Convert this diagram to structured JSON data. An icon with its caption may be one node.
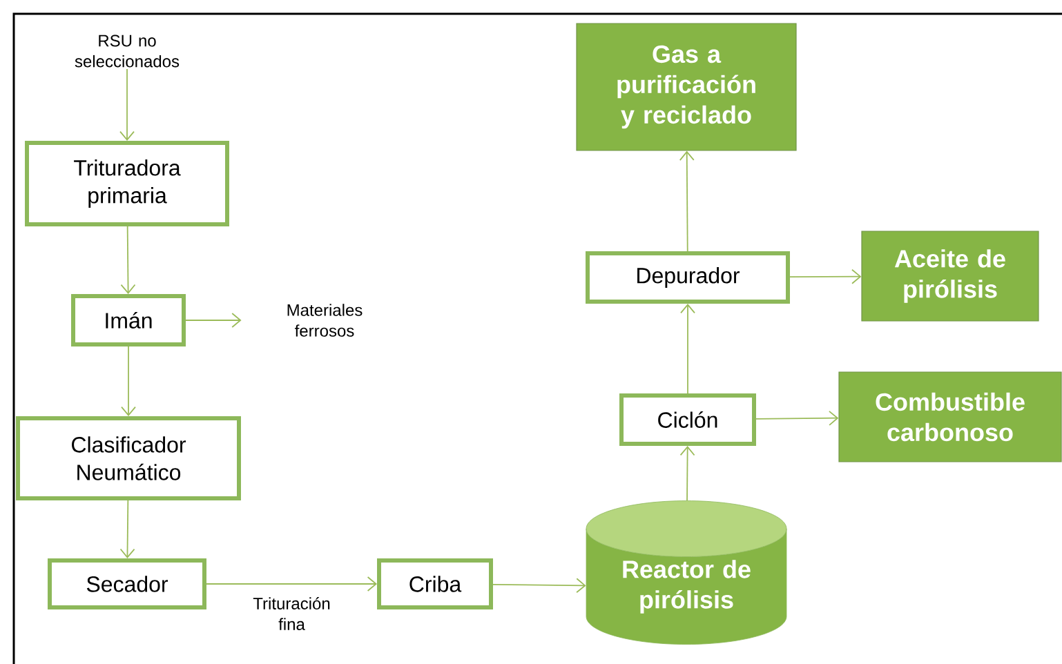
{
  "diagram": {
    "nodes": [
      {
        "text": [
          "RSU no seleccionados"
        ]
      },
      {
        "text": [
          "Trituradora primaria"
        ]
      },
      {
        "text": [
          "Imán"
        ]
      },
      {
        "text": [
          "Materiales ferrosos"
        ]
      },
      {
        "text": [
          "Clasificador Neumático"
        ]
      },
      {
        "text": [
          "Secador"
        ]
      },
      {
        "text": [
          "Criba"
        ]
      },
      {
        "text": [
          "Reactor de pirólisis"
        ]
      },
      {
        "text": [
          "Ciclón"
        ]
      },
      {
        "text": [
          "Depurador"
        ]
      },
      {
        "text": [
          "Gas a purificación y reciclado"
        ]
      },
      {
        "text": [
          "Aceite de pirólisis"
        ]
      },
      {
        "text": [
          "Combustible carbonoso"
        ]
      }
    ],
    "edges": [
      {
        "from": 0,
        "to": 1,
        "arrow": "to"
      },
      {
        "from": 1,
        "to": 2,
        "arrow": "to"
      },
      {
        "from": 2,
        "to": 3,
        "arrow": "to"
      },
      {
        "from": 2,
        "to": 4,
        "arrow": "to"
      },
      {
        "from": 4,
        "to": 5,
        "arrow": "to"
      },
      {
        "from": 5,
        "to": 6,
        "arrow": "to",
        "label": "Trituración fina"
      },
      {
        "from": 6,
        "to": 7,
        "arrow": "to"
      },
      {
        "from": 7,
        "to": 8,
        "arrow": "to"
      },
      {
        "from": 8,
        "to": 9,
        "arrow": "to"
      },
      {
        "from": 9,
        "to": 10,
        "arrow": "to"
      },
      {
        "from": 9,
        "to": 11,
        "arrow": "to"
      },
      {
        "from": 8,
        "to": 12,
        "arrow": "to"
      }
    ]
  }
}
